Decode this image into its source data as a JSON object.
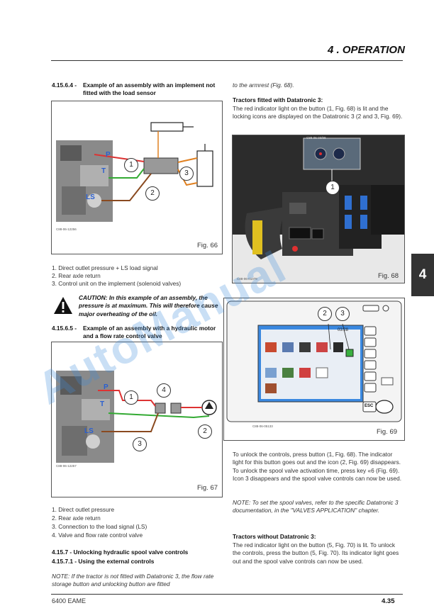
{
  "header": {
    "section_title": "4 . OPERATION"
  },
  "footer": {
    "model": "6400 EAME",
    "page_number": "4.35"
  },
  "side_tab": "4",
  "watermark": "AutoManual",
  "left": {
    "h_4_15_6_4_num": "4.15.6.4 -",
    "h_4_15_6_4_title": "Example of an assembly with an implement not fitted with the load sensor",
    "fig66": {
      "code": "C88-06-12256",
      "caption": "Fig. 66",
      "labels": [
        "P",
        "T",
        "LS"
      ],
      "callouts": [
        "1",
        "2",
        "3"
      ]
    },
    "list66": [
      "1.  Direct outlet pressure + LS load signal",
      "2.  Rear axle return",
      "3.  Control unit on the implement (solenoid valves)"
    ],
    "caution": "CAUTION: In this example of an assembly, the pressure is at maximum. This will therefore cause major overheating of the oil.",
    "h_4_15_6_5_num": "4.15.6.5 -",
    "h_4_15_6_5_title": "Example of an assembly with a hydraulic motor and a flow rate control valve",
    "fig67": {
      "code": "C88-06-12257",
      "caption": "Fig. 67",
      "labels": [
        "P",
        "T",
        "LS"
      ],
      "callouts": [
        "1",
        "2",
        "3",
        "4"
      ]
    },
    "list67": [
      "1.  Direct outlet pressure",
      "2.  Rear axle return",
      "3.  Connection to the load signal (LS)",
      "4.  Valve and flow rate control valve"
    ],
    "h_4_15_7": "4.15.7 -   Unlocking hydraulic spool valve controls",
    "h_4_15_7_1": "4.15.7.1 -  Using the external controls",
    "note1": "NOTE: If the tractor is not fitted with Datatronic 3, the flow rate storage button and unlocking button are fitted"
  },
  "right": {
    "cont": "to the armrest (Fig. 68).",
    "h_dt3": "Tractors fitted with Datatronic 3:",
    "p_dt3": "The red indicator light on the button (1, Fig. 68) is lit and the locking icons are displayed on the Datatronic 3 (2 and 3, Fig. 69).",
    "fig68": {
      "code": "C88-06-01078",
      "inset_code": "C88-06-03/98",
      "caption": "Fig. 68",
      "callout": "1"
    },
    "fig69": {
      "code": "C88-06-05133",
      "caption": "Fig. 69",
      "callouts": [
        "2",
        "3"
      ],
      "time": "03:28",
      "esc": "ESC"
    },
    "p_unlock": "To unlock the controls, press button (1, Fig. 68). The indicator light for this button goes out and the icon (2, Fig. 69) disappears. To unlock the spool valve activation time, press key «6 (Fig. 69). Icon 3 disappears and the spool valve controls can now be used.",
    "note2": "NOTE: To set the spool valves, refer to the specific Datatronic 3 documentation, in the \"VALVES APPLICATION\" chapter.",
    "h_nodt3": "Tractors without Datatronic 3:",
    "p_nodt3": "The red indicator light on the button (5, Fig. 70) is lit. To unlock the controls, press the button (5, Fig. 70). Its indicator light goes out and the spool valve controls can now be used."
  }
}
